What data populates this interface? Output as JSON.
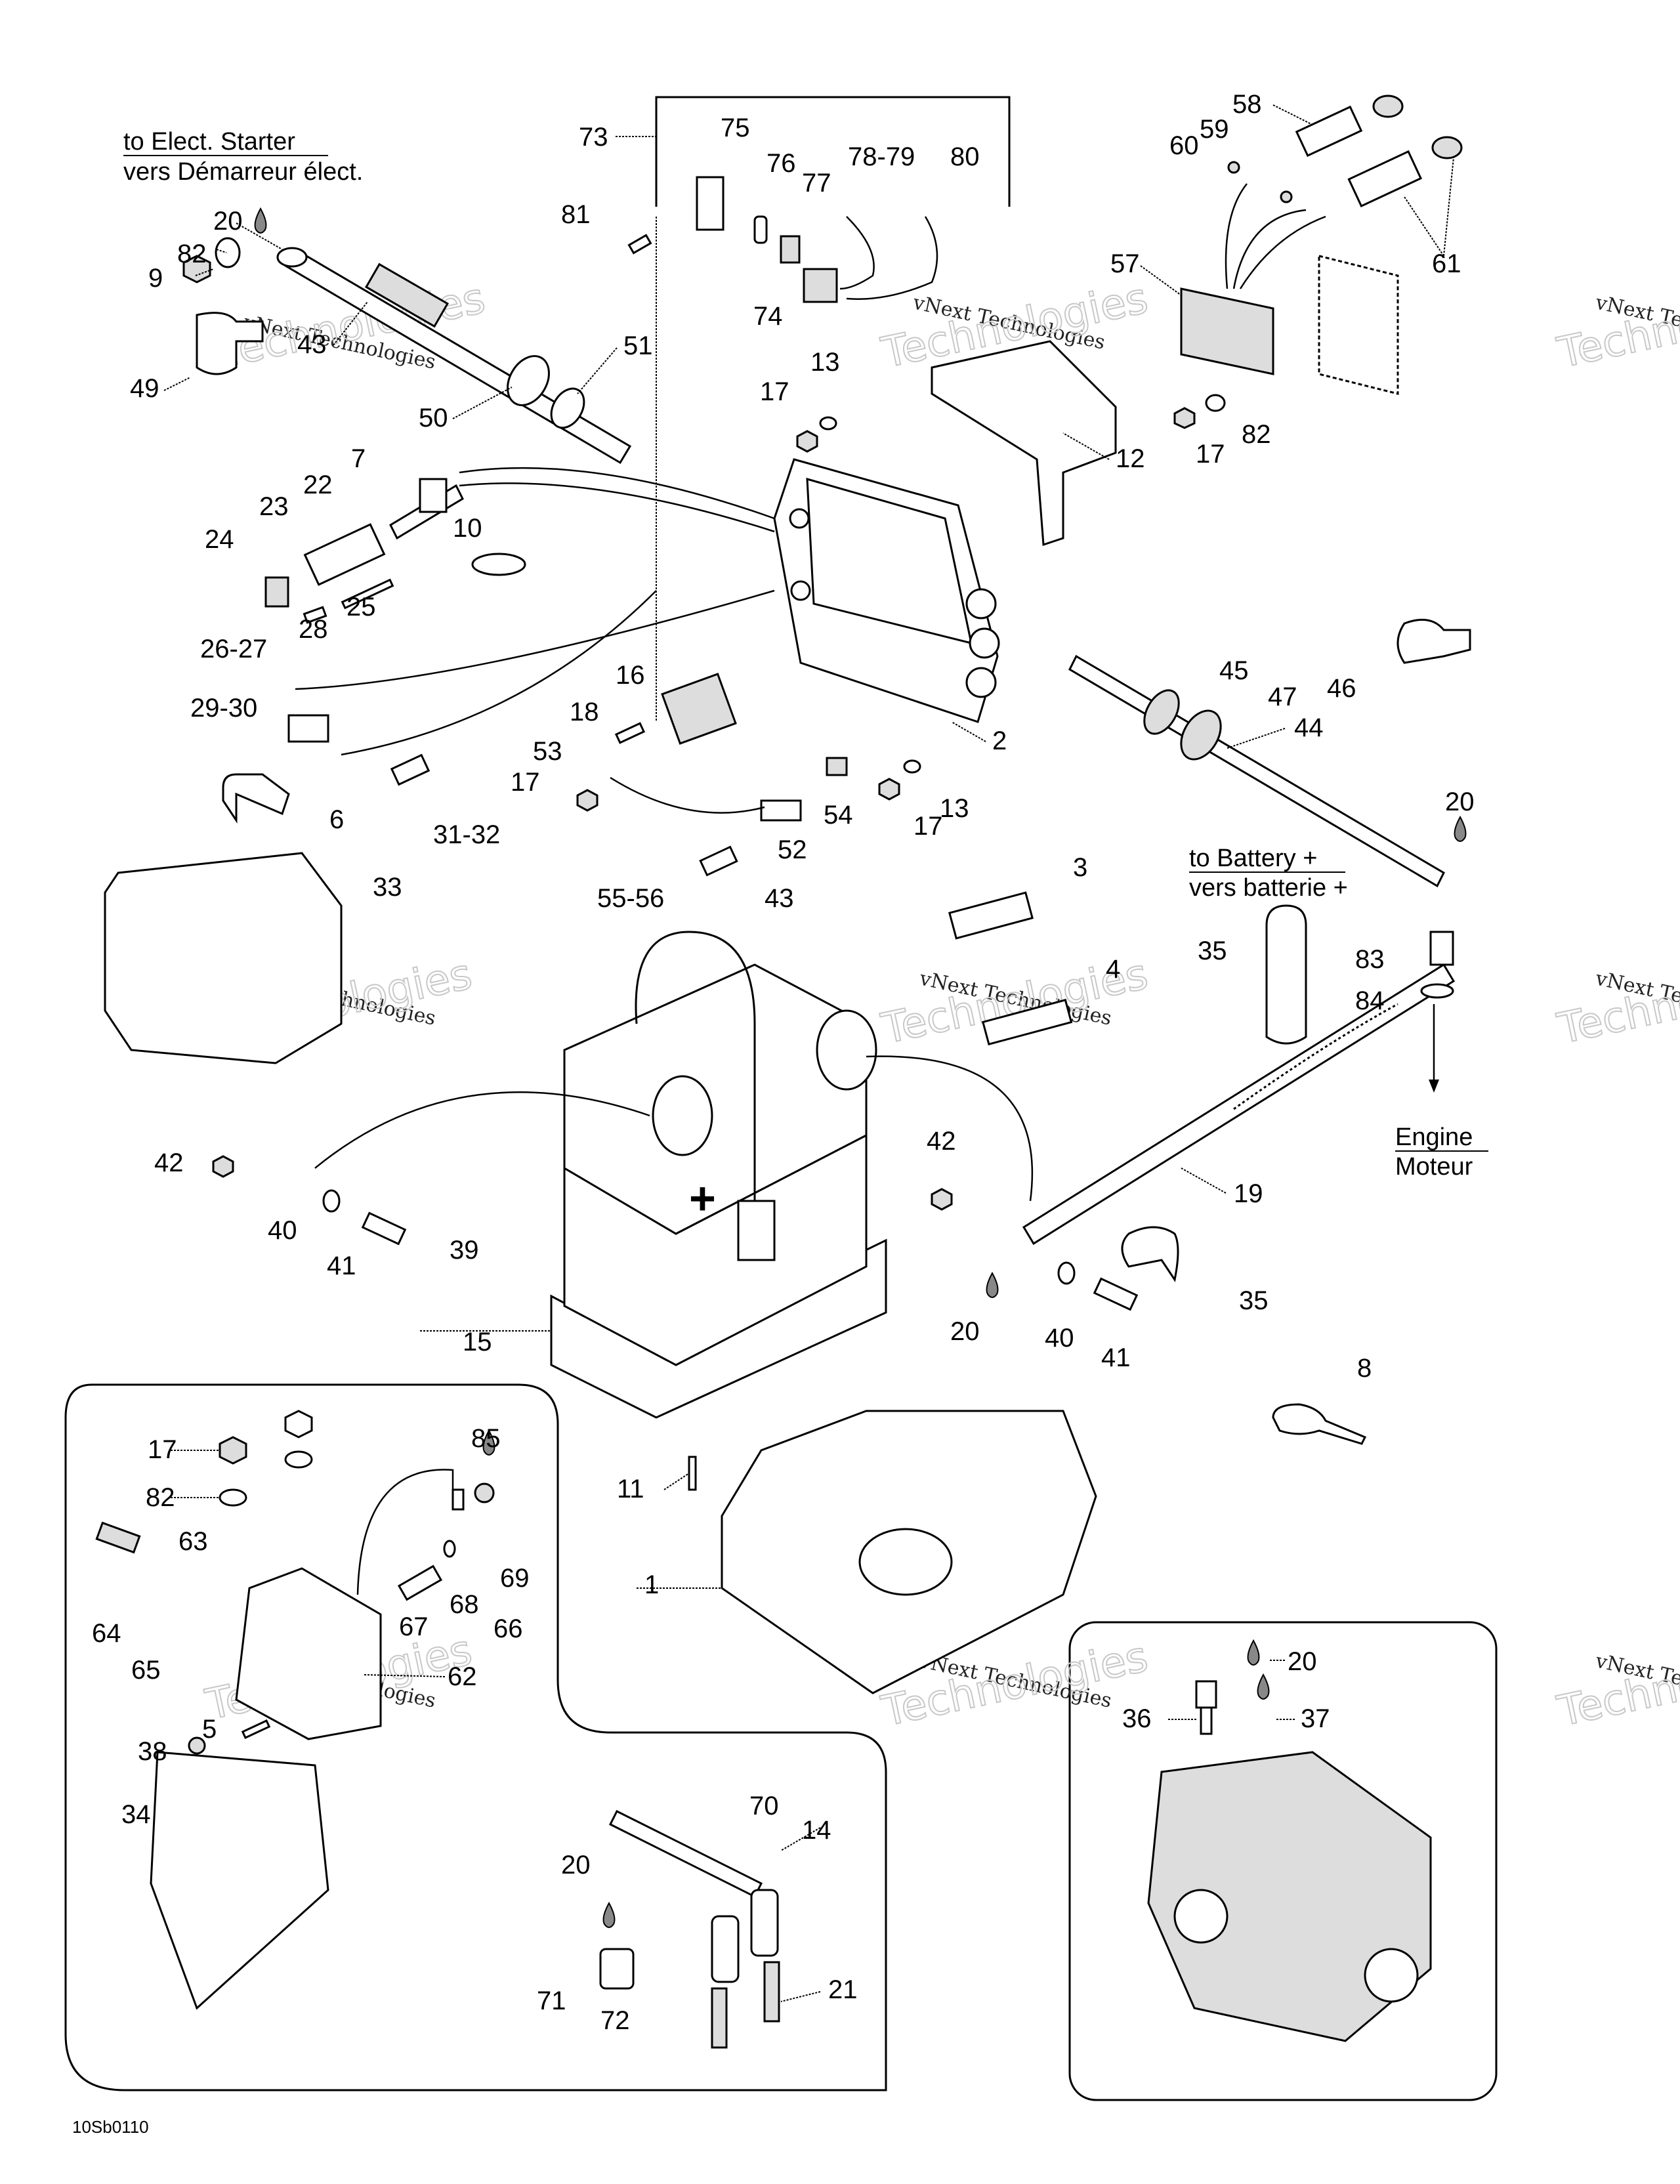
{
  "diagram": {
    "drawing_code": "10Sb0110",
    "notes": {
      "starter_en": "to Elect. Starter",
      "starter_fr": "vers Démarreur élect.",
      "battery_en": "to Battery +",
      "battery_fr": "vers batterie +",
      "engine_en": "Engine",
      "engine_fr": "Moteur",
      "plus_sign": "+"
    },
    "watermark": {
      "line1": "vNext Technologies",
      "line2": "vNext",
      "line3": "Technologies"
    },
    "callouts": [
      {
        "id": "c73",
        "text": "73"
      },
      {
        "id": "c75",
        "text": "75"
      },
      {
        "id": "c76",
        "text": "76"
      },
      {
        "id": "c77",
        "text": "77"
      },
      {
        "id": "c78_79",
        "text": "78-79"
      },
      {
        "id": "c80",
        "text": "80"
      },
      {
        "id": "c81",
        "text": "81"
      },
      {
        "id": "c74",
        "text": "74"
      },
      {
        "id": "c20a",
        "text": "20"
      },
      {
        "id": "c82a",
        "text": "82"
      },
      {
        "id": "c9",
        "text": "9"
      },
      {
        "id": "c43a",
        "text": "43"
      },
      {
        "id": "c49",
        "text": "49"
      },
      {
        "id": "c50",
        "text": "50"
      },
      {
        "id": "c51",
        "text": "51"
      },
      {
        "id": "c17a",
        "text": "17"
      },
      {
        "id": "c13a",
        "text": "13"
      },
      {
        "id": "c12",
        "text": "12"
      },
      {
        "id": "c58",
        "text": "58"
      },
      {
        "id": "c59",
        "text": "59"
      },
      {
        "id": "c60",
        "text": "60"
      },
      {
        "id": "c61",
        "text": "61"
      },
      {
        "id": "c57",
        "text": "57"
      },
      {
        "id": "c82b",
        "text": "82"
      },
      {
        "id": "c17b",
        "text": "17"
      },
      {
        "id": "c7",
        "text": "7"
      },
      {
        "id": "c22",
        "text": "22"
      },
      {
        "id": "c23",
        "text": "23"
      },
      {
        "id": "c24",
        "text": "24"
      },
      {
        "id": "c10",
        "text": "10"
      },
      {
        "id": "c25",
        "text": "25"
      },
      {
        "id": "c28",
        "text": "28"
      },
      {
        "id": "c26_27",
        "text": "26-27"
      },
      {
        "id": "c29_30",
        "text": "29-30"
      },
      {
        "id": "c16",
        "text": "16"
      },
      {
        "id": "c18",
        "text": "18"
      },
      {
        "id": "c53",
        "text": "53"
      },
      {
        "id": "c17c",
        "text": "17"
      },
      {
        "id": "c6",
        "text": "6"
      },
      {
        "id": "c31_32",
        "text": "31-32"
      },
      {
        "id": "c52",
        "text": "52"
      },
      {
        "id": "c54",
        "text": "54"
      },
      {
        "id": "c17d",
        "text": "17"
      },
      {
        "id": "c13b",
        "text": "13"
      },
      {
        "id": "c2",
        "text": "2"
      },
      {
        "id": "c45",
        "text": "45"
      },
      {
        "id": "c47",
        "text": "47"
      },
      {
        "id": "c46",
        "text": "46"
      },
      {
        "id": "c44",
        "text": "44"
      },
      {
        "id": "c20b",
        "text": "20"
      },
      {
        "id": "c55_56",
        "text": "55-56"
      },
      {
        "id": "c33",
        "text": "33"
      },
      {
        "id": "c43b",
        "text": "43"
      },
      {
        "id": "c3",
        "text": "3"
      },
      {
        "id": "c4",
        "text": "4"
      },
      {
        "id": "c35a",
        "text": "35"
      },
      {
        "id": "c83",
        "text": "83"
      },
      {
        "id": "c84",
        "text": "84"
      },
      {
        "id": "c42a",
        "text": "42"
      },
      {
        "id": "c40a",
        "text": "40"
      },
      {
        "id": "c41a",
        "text": "41"
      },
      {
        "id": "c39",
        "text": "39"
      },
      {
        "id": "c42b",
        "text": "42"
      },
      {
        "id": "c19",
        "text": "19"
      },
      {
        "id": "c20c",
        "text": "20"
      },
      {
        "id": "c40b",
        "text": "40"
      },
      {
        "id": "c41b",
        "text": "41"
      },
      {
        "id": "c35b",
        "text": "35"
      },
      {
        "id": "c15",
        "text": "15"
      },
      {
        "id": "c8",
        "text": "8"
      },
      {
        "id": "c17e",
        "text": "17"
      },
      {
        "id": "c82c",
        "text": "82"
      },
      {
        "id": "c85",
        "text": "85"
      },
      {
        "id": "c11",
        "text": "11"
      },
      {
        "id": "c69",
        "text": "69"
      },
      {
        "id": "c63",
        "text": "63"
      },
      {
        "id": "c68",
        "text": "68"
      },
      {
        "id": "c1",
        "text": "1"
      },
      {
        "id": "c67",
        "text": "67"
      },
      {
        "id": "c66",
        "text": "66"
      },
      {
        "id": "c64",
        "text": "64"
      },
      {
        "id": "c65",
        "text": "65"
      },
      {
        "id": "c62",
        "text": "62"
      },
      {
        "id": "c5",
        "text": "5"
      },
      {
        "id": "c38",
        "text": "38"
      },
      {
        "id": "c34",
        "text": "34"
      },
      {
        "id": "c70",
        "text": "70"
      },
      {
        "id": "c14",
        "text": "14"
      },
      {
        "id": "c20d",
        "text": "20"
      },
      {
        "id": "c71",
        "text": "71"
      },
      {
        "id": "c72",
        "text": "72"
      },
      {
        "id": "c21",
        "text": "21"
      },
      {
        "id": "c20e",
        "text": "20"
      },
      {
        "id": "c36",
        "text": "36"
      },
      {
        "id": "c37",
        "text": "37"
      }
    ]
  }
}
